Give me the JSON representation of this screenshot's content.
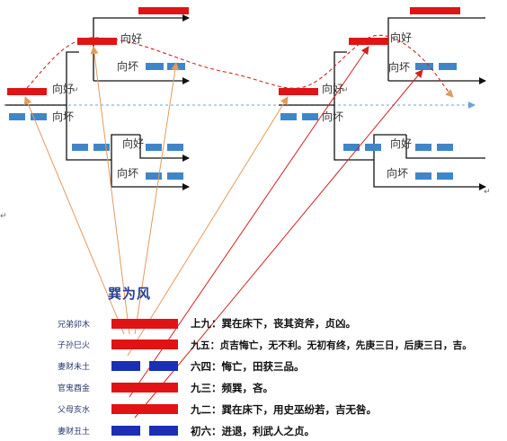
{
  "diagram": {
    "branch_good": "向好",
    "branch_bad": "向坏",
    "paragraph_mark": "↵"
  },
  "hexagram": {
    "title": "巽为风",
    "lines": [
      {
        "label": "兄弟卯木",
        "kind": "yang",
        "text": "上九：巽在床下，丧其资斧，贞凶。"
      },
      {
        "label": "子孙巳火",
        "kind": "yang",
        "text": "九五：贞吉悔亡，无不利。无初有终，先庚三日，后庚三日，吉。"
      },
      {
        "label": "妻财未土",
        "kind": "yin",
        "text": "六四：悔亡，田获三品。"
      },
      {
        "label": "官鬼酉金",
        "kind": "yang",
        "text": "九三：频巽，吝。"
      },
      {
        "label": "父母亥水",
        "kind": "yang",
        "text": "九二：巽在床下，用史巫纷若，吉无咎。"
      },
      {
        "label": "妻财丑土",
        "kind": "yin",
        "text": "初六：进退，利武人之贞。"
      }
    ]
  },
  "colors": {
    "yang": "#e01414",
    "yin": "#1a2fb5",
    "branch_bar": "#3f86c9",
    "arrow_orange": "#e39a5a",
    "arrow_red": "#d42020",
    "dash_red": "#d42020",
    "axis_blue": "#8ab6dc"
  }
}
